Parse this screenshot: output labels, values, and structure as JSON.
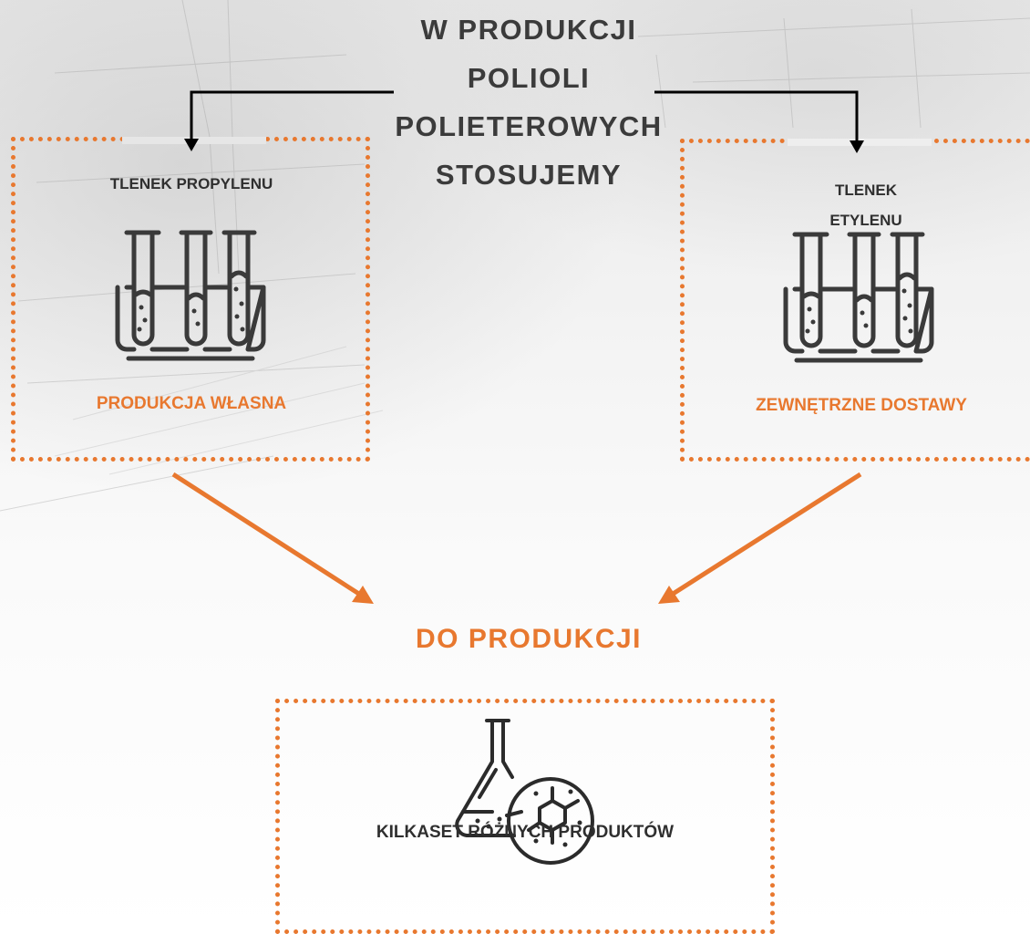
{
  "title_lines": [
    "W PRODUKCJI",
    "POLIOLI",
    "POLIETEROWYCH",
    "STOSUJEMY"
  ],
  "left_box": {
    "label": "TLENEK PROPYLENU",
    "note": "PRODUKCJA WŁASNA",
    "icon": "test-tubes-icon"
  },
  "right_box": {
    "label_lines": [
      "TLENEK",
      "ETYLENU"
    ],
    "note": "ZEWNĘTRZNE DOSTAWY",
    "icon": "test-tubes-icon"
  },
  "middle_label": "DO PRODUKCJI",
  "bottom_box": {
    "label": "KILKASET RÓŻNYCH PRODUKTÓW",
    "icon": "flask-molecule-icon"
  },
  "colors": {
    "accent": "#e8782f",
    "text": "#3b3b3b",
    "icon": "#3a3a3a",
    "connector": "#000000"
  }
}
